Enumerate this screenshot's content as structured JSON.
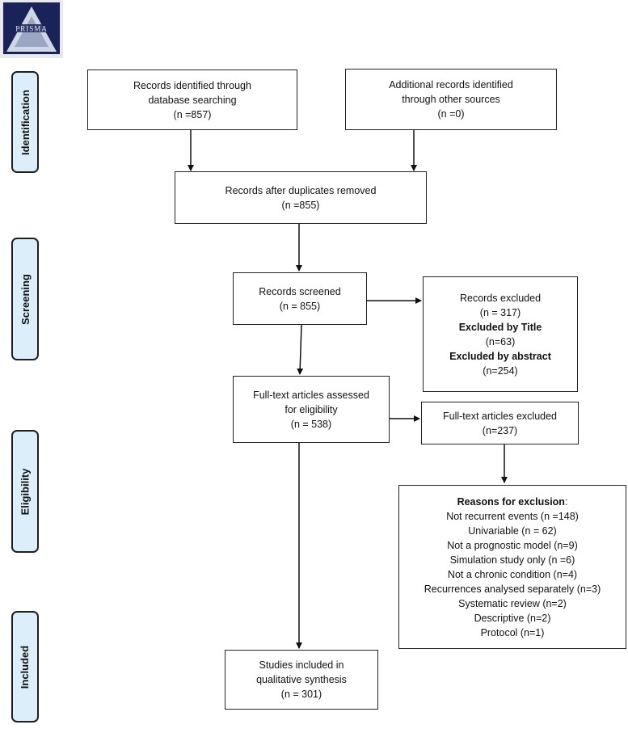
{
  "logo": {
    "text": "PRISMA"
  },
  "stages": {
    "identification": "Identification",
    "screening": "Screening",
    "eligibility": "Eligibility",
    "included": "Included"
  },
  "boxes": {
    "database": {
      "line1": "Records identified through",
      "line2": "database searching",
      "line3": "(n =857)"
    },
    "other_sources": {
      "line1": "Additional records identified",
      "line2": "through other sources",
      "line3": "(n =0)"
    },
    "after_duplicates": {
      "line1": "Records after duplicates removed",
      "line2": "(n =855)"
    },
    "screened": {
      "line1": "Records screened",
      "line2": "(n = 855)"
    },
    "excluded": {
      "line1": "Records excluded",
      "line2": "(n = 317)",
      "title_label": "Excluded by Title",
      "title_n": "(n=63)",
      "abstract_label": "Excluded by abstract",
      "abstract_n": "(n=254)"
    },
    "fulltext": {
      "line1": "Full-text articles assessed",
      "line2": "for eligibility",
      "line3": "(n = 538)"
    },
    "fulltext_excluded": {
      "line1": "Full-text articles excluded",
      "line2": "(n=237)"
    },
    "reasons": {
      "heading": "Reasons for exclusion",
      "colon": ":",
      "items": [
        "Not recurrent events (n =148)",
        "Univariable (n = 62)",
        "Not a prognostic model (n=9)",
        "Simulation study only (n =6)",
        "Not a chronic condition (n=4)",
        "Recurrences analysed separately (n=3)",
        "Systematic review (n=2)",
        "Descriptive (n=2)",
        "Protocol (n=1)"
      ]
    },
    "included": {
      "line1": "Studies included in",
      "line2": "qualitative synthesis",
      "line3": "(n = 301)"
    }
  }
}
